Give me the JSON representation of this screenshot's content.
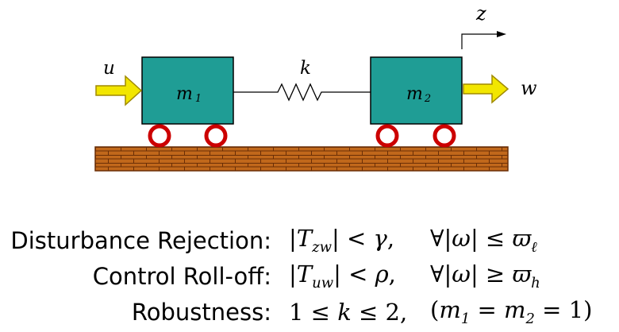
{
  "diagram": {
    "input_label": "u",
    "spring_label": "k",
    "position_label": "z",
    "output_label": "w",
    "mass1_label": "m",
    "mass1_sub": "1",
    "mass2_label": "m",
    "mass2_sub": "2"
  },
  "colors": {
    "mass_fill": "#1f9d95",
    "wheel": "#cc0000",
    "arrow_fill": "#f2e600",
    "arrow_stroke": "#a08a00",
    "brick": "#c1681b",
    "mortar": "#6a2e06"
  },
  "specs": [
    {
      "name": "Disturbance Rejection:",
      "cond": "|T_zw| < γ,",
      "quant": "∀|ω| ≤ ϖ_ℓ"
    },
    {
      "name": "Control Roll-off:",
      "cond": "|T_uw| < ρ,",
      "quant": "∀|ω| ≥ ϖ_h"
    },
    {
      "name": "Robustness:",
      "cond": "1 ≤ k ≤ 2,",
      "quant": "(m_1 = m_2 = 1)"
    }
  ]
}
